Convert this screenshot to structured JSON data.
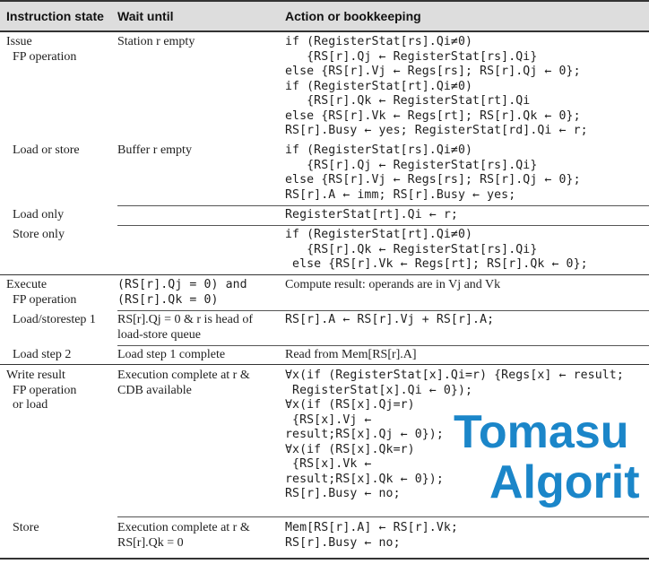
{
  "header": {
    "col1": "Instruction state",
    "col2": "Wait until",
    "col3": "Action or bookkeeping"
  },
  "rows": {
    "issue": {
      "state": "Issue\n  FP operation",
      "wait": "Station r empty",
      "action": "if (RegisterStat[rs].Qi≠0)\n   {RS[r].Qj ← RegisterStat[rs].Qi}\nelse {RS[r].Vj ← Regs[rs]; RS[r].Qj ← 0};\nif (RegisterStat[rt].Qi≠0)\n   {RS[r].Qk ← RegisterStat[rt].Qi\nelse {RS[r].Vk ← Regs[rt]; RS[r].Qk ← 0};\nRS[r].Busy ← yes; RegisterStat[rd].Qi ← r;"
    },
    "load_or_store": {
      "state": "  Load or store",
      "wait": "Buffer r empty",
      "action": "if (RegisterStat[rs].Qi≠0)\n   {RS[r].Qj ← RegisterStat[rs].Qi}\nelse {RS[r].Vj ← Regs[rs]; RS[r].Qj ← 0};\nRS[r].A ← imm; RS[r].Busy ← yes;"
    },
    "load_only": {
      "state": "  Load only",
      "wait": "",
      "action": "RegisterStat[rt].Qi ← r;"
    },
    "store_only": {
      "state": "  Store only",
      "wait": "",
      "action": "if (RegisterStat[rt].Qi≠0)\n   {RS[r].Qk ← RegisterStat[rs].Qi}\n else {RS[r].Vk ← Regs[rt]; RS[r].Qk ← 0};"
    },
    "execute_fp": {
      "state": "Execute\n  FP operation",
      "wait": "(RS[r].Qj = 0) and\n(RS[r].Qk = 0)",
      "action": "Compute result: operands are in Vj and Vk"
    },
    "load_store_step1": {
      "state": "  Load/storestep 1",
      "wait": "RS[r].Qj = 0 & r is head of\nload-store queue",
      "action": "RS[r].A ← RS[r].Vj + RS[r].A;"
    },
    "load_step2": {
      "state": "  Load step 2",
      "wait": "Load step 1 complete",
      "action": "Read from Mem[RS[r].A]"
    },
    "write_result": {
      "state": "Write result\n  FP operation\n  or load",
      "wait": "Execution complete at r &\nCDB available",
      "action": "∀x(if (RegisterStat[x].Qi=r) {Regs[x] ← result;\n RegisterStat[x].Qi ← 0});\n∀x(if (RS[x].Qj=r)\n {RS[x].Vj ←\nresult;RS[x].Qj ← 0});\n∀x(if (RS[x].Qk=r)\n {RS[x].Vk ←\nresult;RS[x].Qk ← 0});\nRS[r].Busy ← no;"
    },
    "store": {
      "state": "  Store",
      "wait": "Execution complete at r &\nRS[r].Qk = 0",
      "action": "Mem[RS[r].A] ← RS[r].Vk;\nRS[r].Busy ← no;"
    }
  },
  "overlay": {
    "line1": "Tomasu",
    "line2": "Algorit"
  }
}
